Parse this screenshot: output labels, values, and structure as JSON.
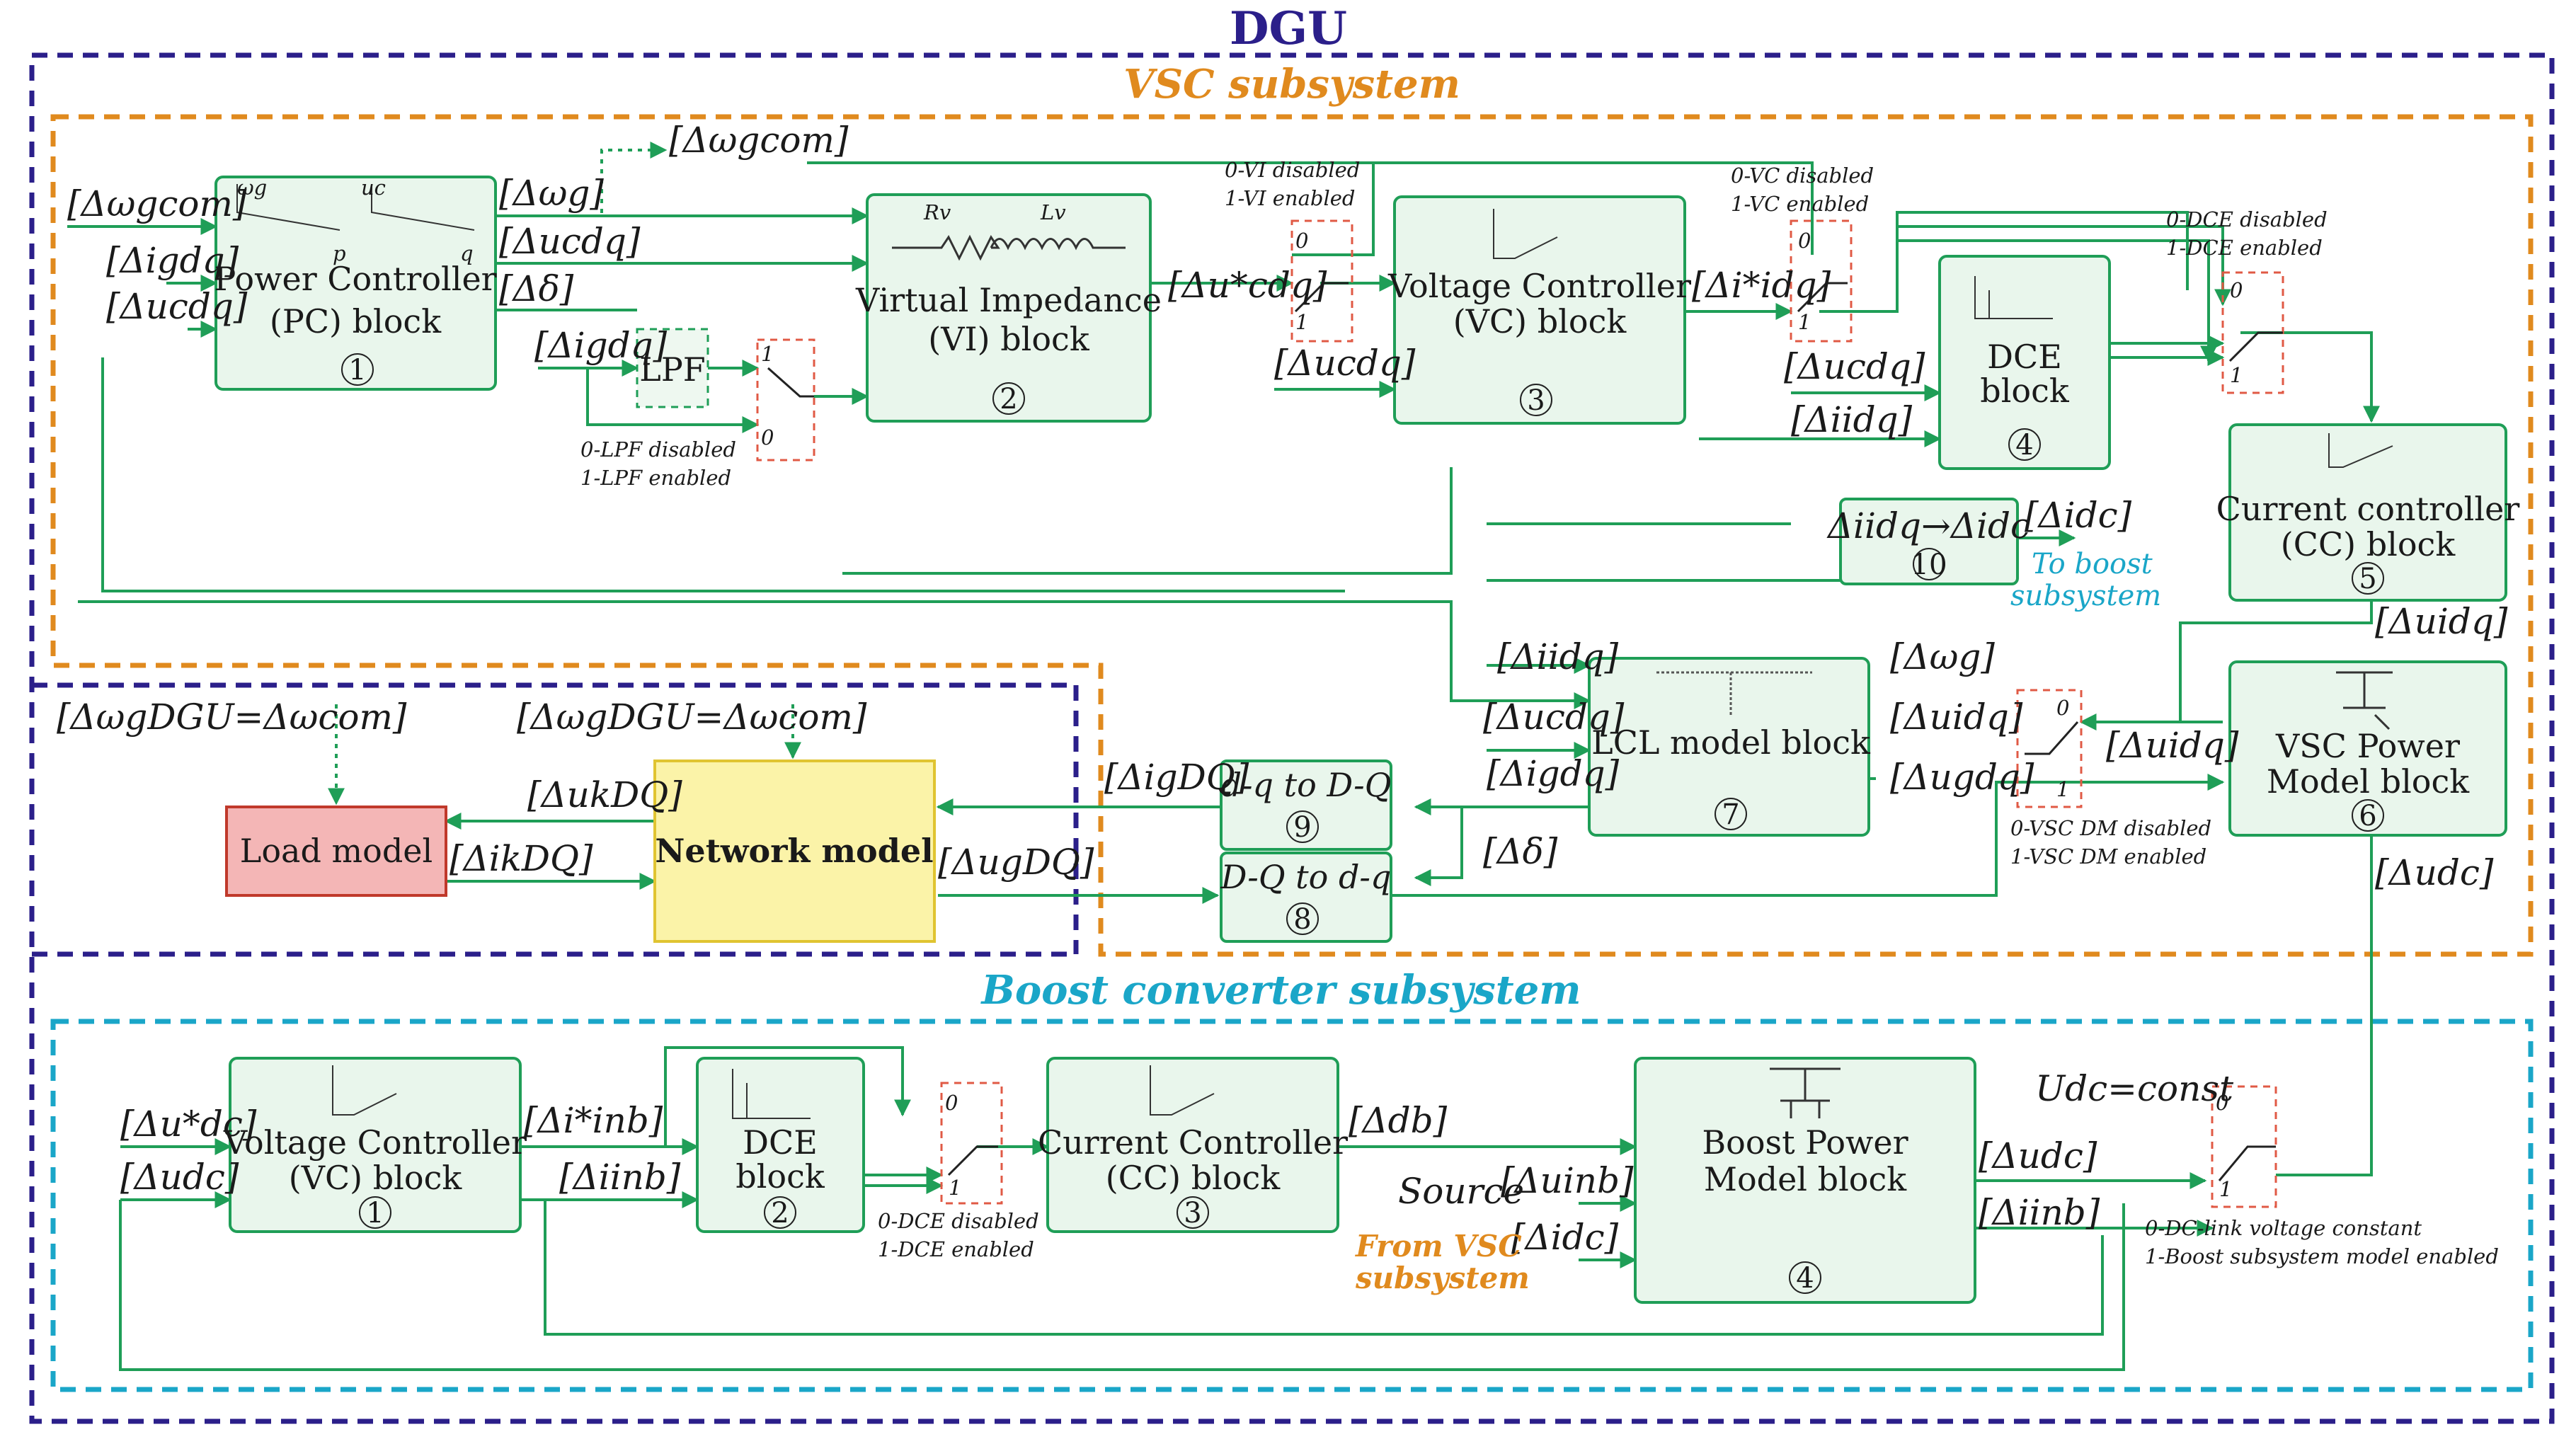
{
  "titles": {
    "dgu": "DGU",
    "vsc": "VSC subsystem",
    "boost": "Boost converter subsystem"
  },
  "colors": {
    "dgu_frame": "#2b1f8a",
    "vsc_frame": "#e08a1e",
    "boost_frame": "#1aa6c8",
    "block_fill": "#e9f6ec",
    "line": "#1f9e57",
    "load_fill": "#f4b6b6",
    "network_fill": "#fbf3a8"
  },
  "blocks": {
    "pc": {
      "line1": "Power Controller",
      "line2": "(PC) block",
      "num": "1",
      "ax1": "ωg",
      "ax2": "p",
      "ax3": "uc",
      "ax4": "q"
    },
    "lpf": {
      "label": "LPF"
    },
    "vi": {
      "line1": "Virtual Impedance",
      "line2": "(VI) block",
      "num": "2",
      "r": "Rv",
      "l": "Lv"
    },
    "vc": {
      "line1": "Voltage Controller",
      "line2": "(VC) block",
      "num": "3"
    },
    "dce": {
      "line1": "DCE",
      "line2": "block",
      "num": "4"
    },
    "cc": {
      "line1": "Current controller",
      "line2": "(CC) block",
      "num": "5"
    },
    "vsc_power": {
      "line1": "VSC Power",
      "line2": "Model block",
      "num": "6"
    },
    "lcl": {
      "line1": "LCL model block",
      "num": "7"
    },
    "dq_to_DQ": {
      "label": "d-q to D-Q",
      "num": "9"
    },
    "DQ_to_dq": {
      "label": "D-Q to d-q",
      "num": "8"
    },
    "idq_idc": {
      "label": "Δiidq→Δidc",
      "num": "10"
    },
    "load": {
      "label": "Load model"
    },
    "network": {
      "label": "Network model"
    },
    "b_vc": {
      "line1": "Voltage Controller",
      "line2": "(VC) block",
      "num": "1"
    },
    "b_dce": {
      "line1": "DCE",
      "line2": "block",
      "num": "2"
    },
    "b_cc": {
      "line1": "Current Controller",
      "line2": "(CC) block",
      "num": "3"
    },
    "b_power": {
      "line1": "Boost Power",
      "line2": "Model block",
      "num": "4"
    }
  },
  "switches": {
    "lpf": {
      "top": "1",
      "bottom": "0",
      "note1": "0-LPF disabled",
      "note2": "1-LPF enabled"
    },
    "vi": {
      "top": "0",
      "bottom": "1",
      "note1": "0-VI disabled",
      "note2": "1-VI enabled"
    },
    "vc": {
      "top": "0",
      "bottom": "1",
      "note1": "0-VC disabled",
      "note2": "1-VC enabled"
    },
    "dce": {
      "top": "0",
      "bottom": "1",
      "note1": "0-DCE disabled",
      "note2": "1-DCE enabled"
    },
    "vscdm": {
      "top": "0",
      "bottom": "1",
      "note1": "0-VSC DM disabled",
      "note2": "1-VSC DM enabled"
    },
    "b_dce": {
      "top": "0",
      "bottom": "1",
      "note1": "0-DCE disabled",
      "note2": "1-DCE enabled"
    },
    "b_dc": {
      "top": "0",
      "bottom": "1",
      "note1": "0-DC-link voltage constant",
      "note2": "1-Boost subsystem model enabled"
    }
  },
  "signals": {
    "wgcom_in": "[Δωgcom]",
    "wgcom_out": "[Δωgcom]",
    "igdq_in": "[Δigdq]",
    "ucdq_in": "[Δucdq]",
    "wg_out": "[Δωg]",
    "ucdq_out": "[Δucdq]",
    "delta_out": "[Δδ]",
    "igdq_lpf": "[Δigdq]",
    "ucdq_star": "[Δu*cdq]",
    "ucdq_vc": "[Δucdq]",
    "iidq_star": "[Δi*idq]",
    "ucdq_dce": "[Δucdq]",
    "iidq_dce": "[Δiidq]",
    "idc_out": "[Δidc]",
    "uidq_cc": "[Δuidq]",
    "uidq_sw": "[Δuidq]",
    "udc_vsc": "[Δudc]",
    "lcl_iidq": "[Δiidq]",
    "lcl_ucdq": "[Δucdq]",
    "lcl_igdq": "[Δigdq]",
    "lcl_wg": "[Δωg]",
    "lcl_uidq": "[Δuidq]",
    "lcl_ugdq": "[Δugdq]",
    "igDQ": "[ΔigDQ]",
    "delta_lcl": "[Δδ]",
    "ukDQ": "[ΔukDQ]",
    "ikDQ": "[ΔikDQ]",
    "ugDQ": "[ΔugDQ]",
    "wgDGU_load": "[ΔωgDGU=Δωcom]",
    "wgDGU_net": "[ΔωgDGU=Δωcom]",
    "to_boost": "To boost",
    "to_boost2": "subsystem",
    "b_udc_star": "[Δu*dc]",
    "b_udc": "[Δudc]",
    "b_iinb_star": "[Δi*inb]",
    "b_iinb": "[Δiinb]",
    "b_db": "[Δdb]",
    "b_source": "Source",
    "b_uinb": "[Δuinb]",
    "b_idc": "[Δidc]",
    "from_vsc": "From VSC",
    "from_vsc2": "subsystem",
    "b_udc_const": "Udc=const",
    "b_udc_out": "[Δudc]",
    "b_iinb_out": "[Δiinb]"
  }
}
